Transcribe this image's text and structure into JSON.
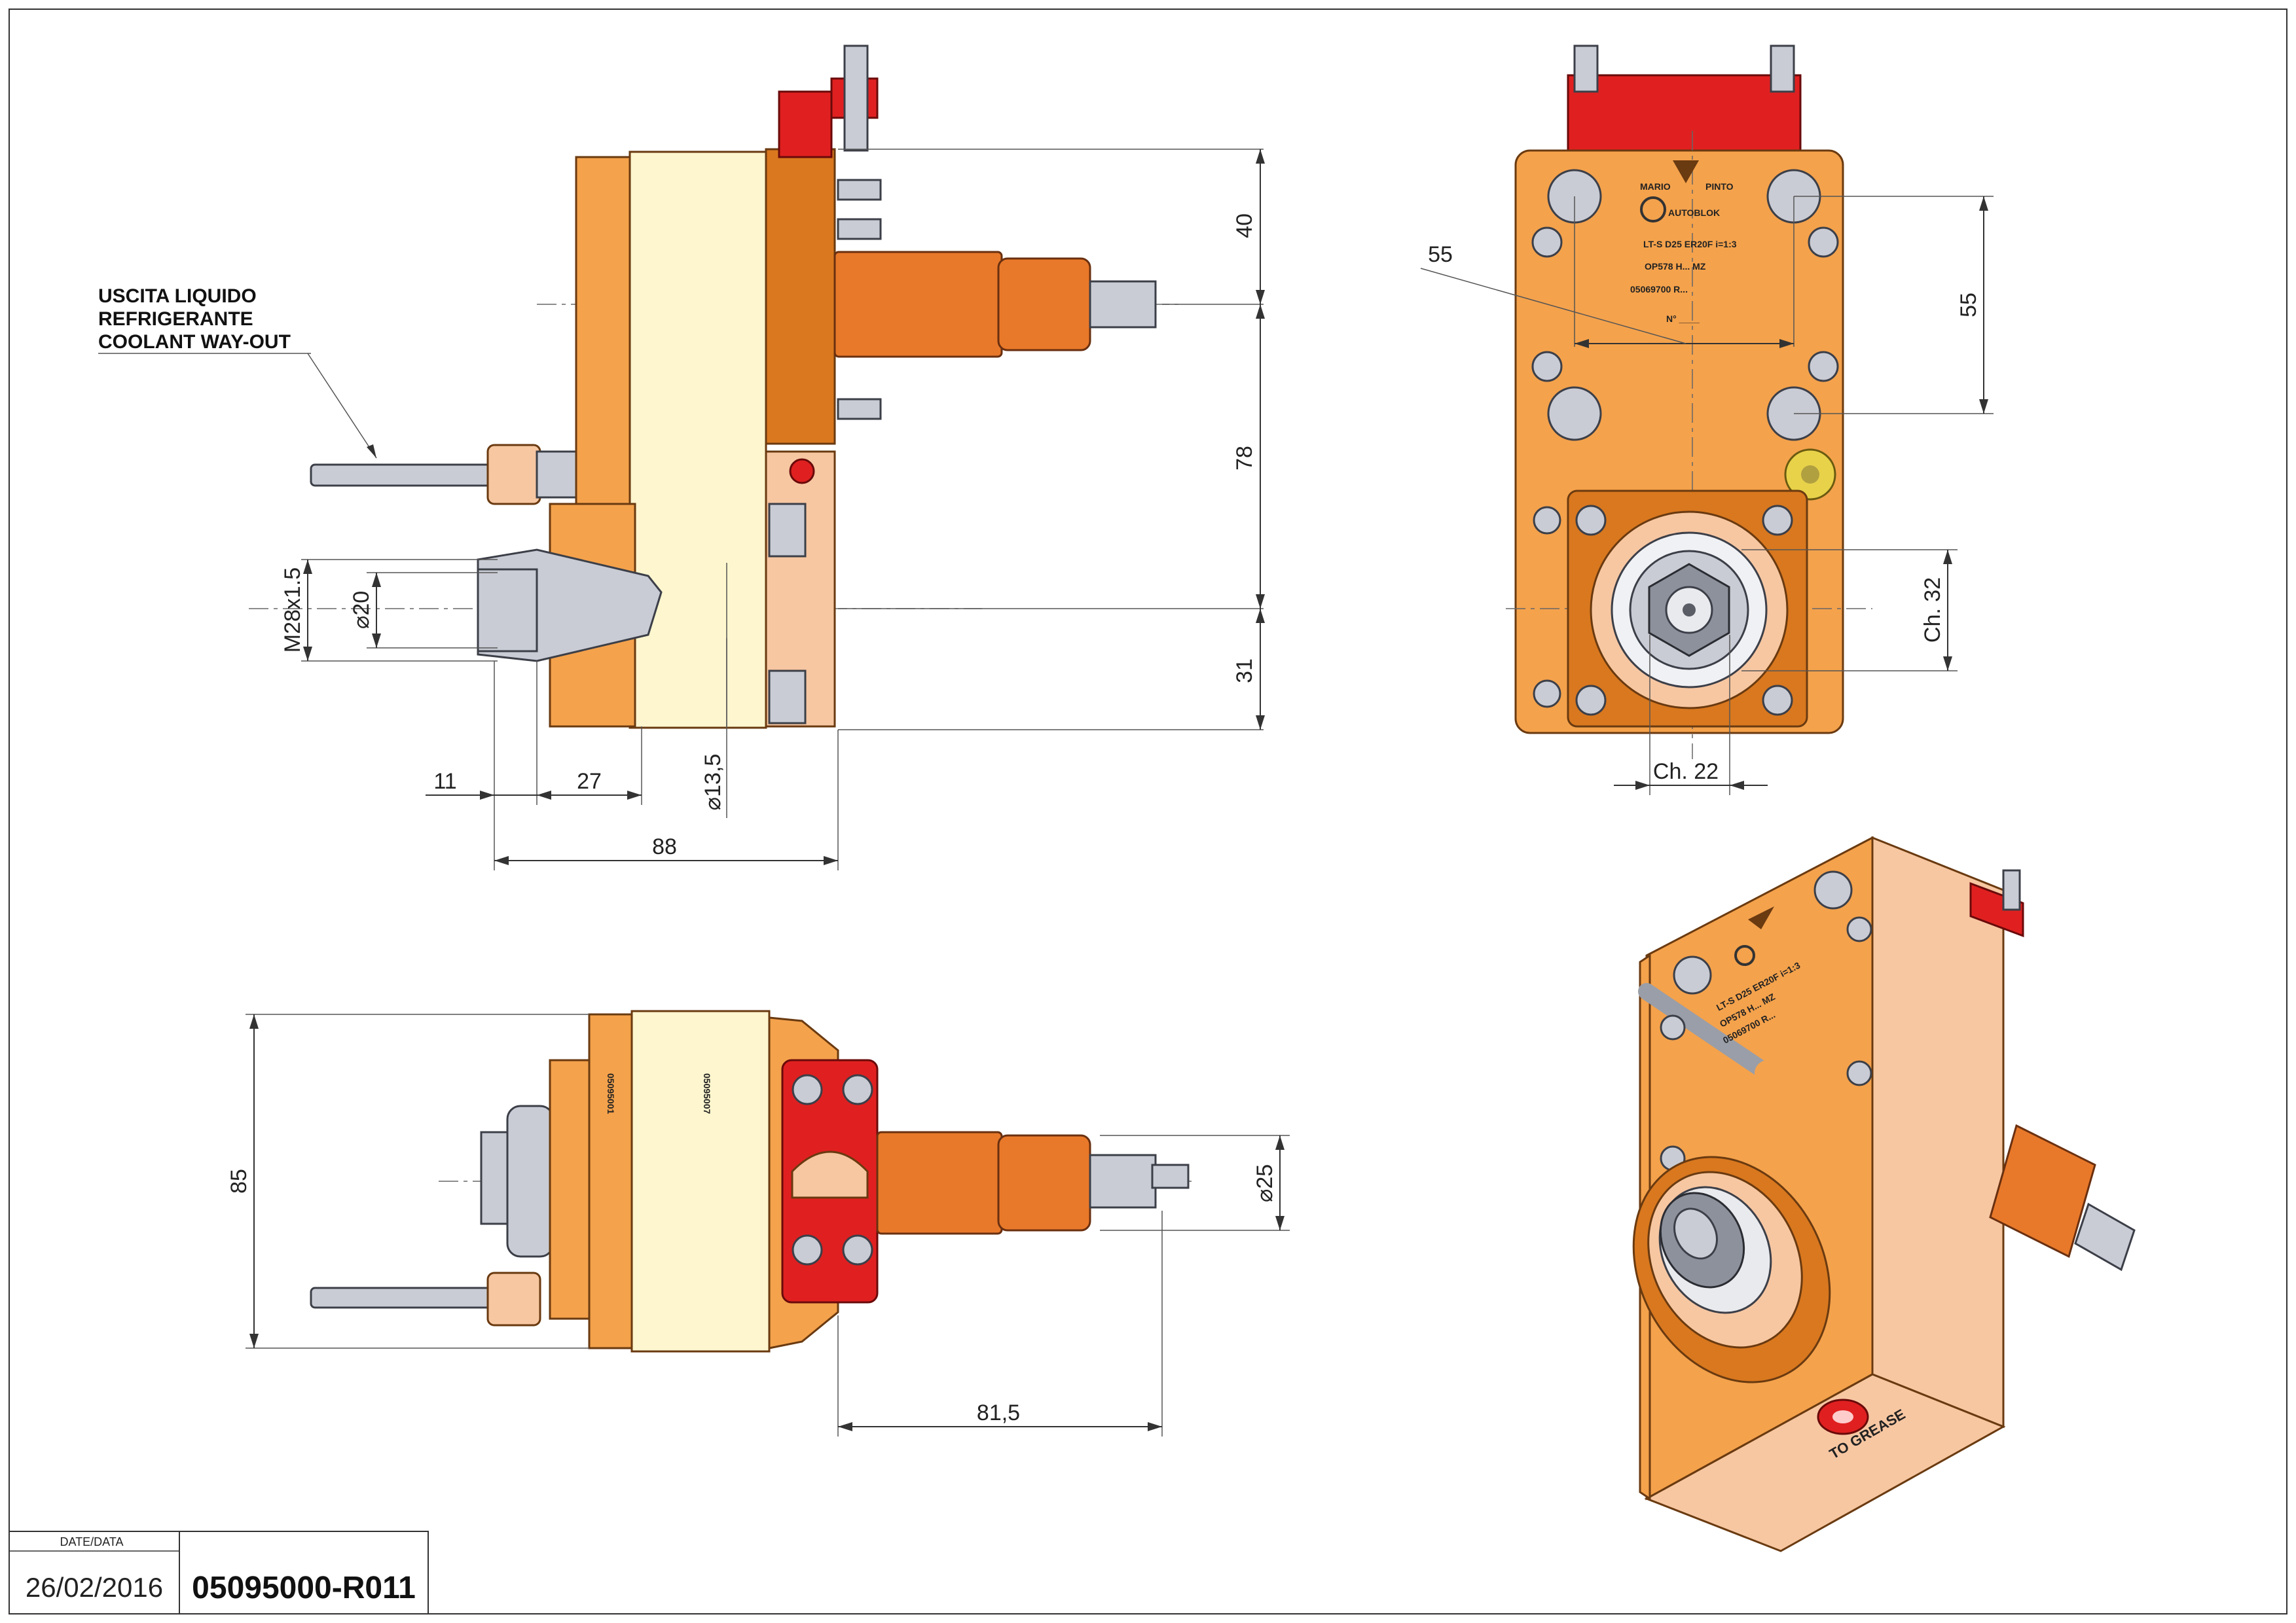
{
  "notes": {
    "coolant_line1": "USCITA LIQUIDO",
    "coolant_line2": "REFRIGERANTE",
    "coolant_line3": "COOLANT WAY-OUT"
  },
  "side_view_dimensions": {
    "height_top": "40",
    "height_mid": "78",
    "height_bottom": "31",
    "thread": "M28x1.5",
    "bore": "⌀20",
    "inner_bore": "⌀13,5",
    "len_11": "11",
    "len_27": "27",
    "len_88": "88"
  },
  "front_view_dimensions": {
    "bolt_spacing_h": "55",
    "bolt_spacing_v": "55",
    "wrench_32": "Ch. 32",
    "wrench_22": "Ch. 22"
  },
  "top_view_dimensions": {
    "height_85": "85",
    "shaft_dia": "⌀25",
    "shaft_len": "81,5"
  },
  "nameplate": {
    "brand1": "MARIO",
    "brand2": "PINTO",
    "brand3": "AUTOBLOK",
    "line1": "LT-S D25 ER20F  i=1:3",
    "line2": "OP578 H... MZ",
    "line3": "05069700 R...",
    "line4": "N° ____"
  },
  "part_marks": {
    "mark1": "05095001",
    "mark2": "05095007"
  },
  "iso_view": {
    "grease_label": "TO GREASE"
  },
  "title_block": {
    "date_label": "DATE/DATA",
    "date_value": "26/02/2016",
    "drawing_code": "05095000-R011"
  }
}
